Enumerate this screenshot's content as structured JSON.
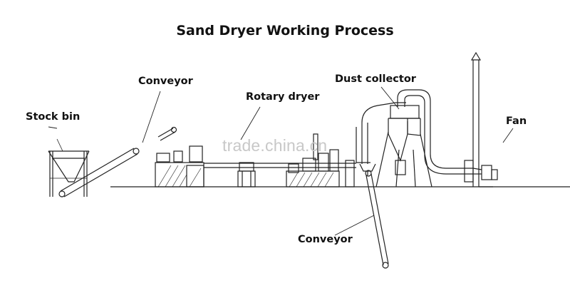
{
  "title": "Sand Dryer Working Process",
  "labels": {
    "stock_bin": "Stock bin",
    "conveyor_top": "Conveyor",
    "rotary_dryer": "Rotary dryer",
    "dust_collector": "Dust collector",
    "fan": "Fan",
    "conveyor_bottom": "Conveyor"
  },
  "watermark": "trade.china.cn",
  "colors": {
    "line": "#222222",
    "watermark": "#c8c8c8"
  }
}
